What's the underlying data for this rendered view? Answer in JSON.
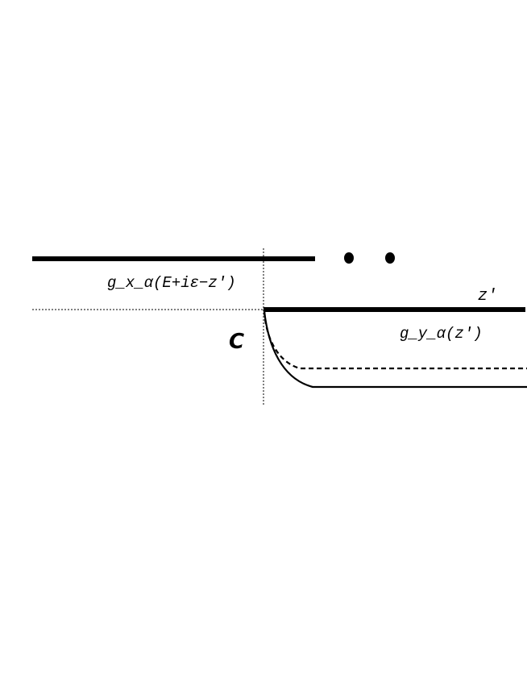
{
  "diagram": {
    "label_gx": "g_x_α(E+iε−z′)",
    "label_gy": "g_y_α(z′)",
    "label_z": "z′",
    "label_contour": "C",
    "line_color": "#000000",
    "background": "#ffffff"
  }
}
